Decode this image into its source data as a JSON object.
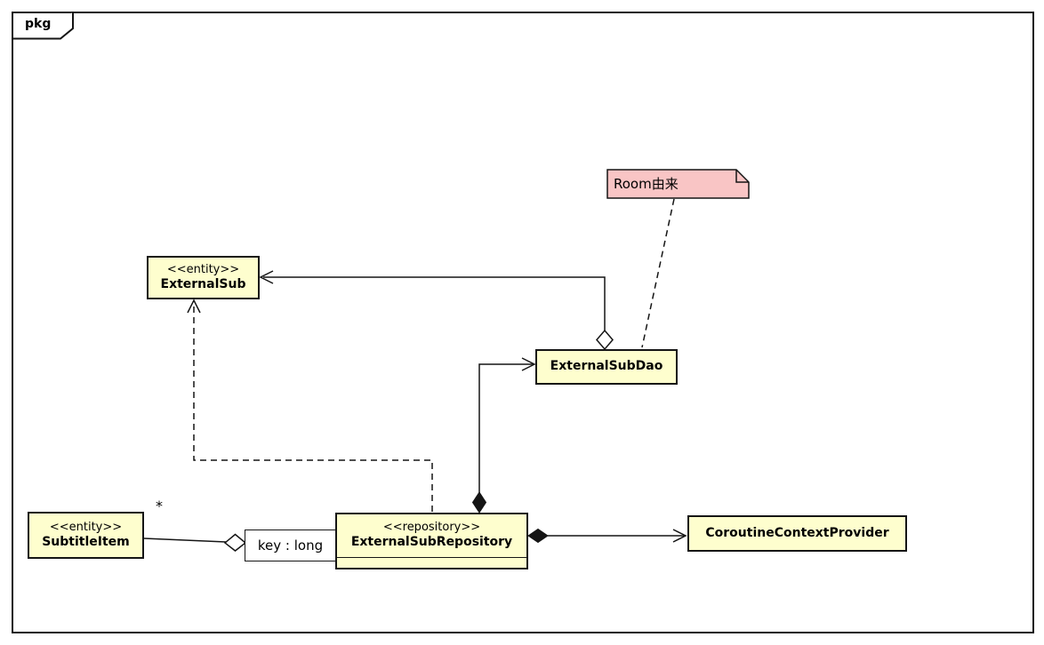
{
  "frame": {
    "label": "pkg"
  },
  "note": {
    "text": "Room由来"
  },
  "classes": {
    "external_sub": {
      "stereotype": "<<entity>>",
      "name": "ExternalSub"
    },
    "external_sub_dao": {
      "name": "ExternalSubDao"
    },
    "subtitle_item": {
      "stereotype": "<<entity>>",
      "name": "SubtitleItem"
    },
    "external_sub_repository": {
      "stereotype": "<<repository>>",
      "name": "ExternalSubRepository"
    },
    "coroutine_context_provider": {
      "name": "CoroutineContextProvider"
    }
  },
  "edge_labels": {
    "qualifier": "key : long",
    "multiplicity": "*"
  },
  "relationships": [
    {
      "from": "ExternalSubDao",
      "to": "ExternalSub",
      "style": "solid",
      "source_end": "open-diamond",
      "target_end": "open-arrow"
    },
    {
      "from": "ExternalSubRepository",
      "to": "ExternalSubDao",
      "style": "solid",
      "source_end": "filled-diamond",
      "target_end": "open-arrow"
    },
    {
      "from": "ExternalSubRepository",
      "to": "ExternalSub",
      "style": "dashed",
      "source_end": "none",
      "target_end": "open-arrow"
    },
    {
      "from": "ExternalSubRepository",
      "to": "CoroutineContextProvider",
      "style": "solid",
      "source_end": "filled-diamond",
      "target_end": "open-arrow"
    },
    {
      "from": "SubtitleItem",
      "to": "ExternalSubRepository",
      "style": "solid",
      "source_end": "multiplicity *",
      "target_end": "open-diamond at qualifier key : long"
    },
    {
      "from": "note Room由来",
      "to": "ExternalSubDao",
      "style": "dashed",
      "source_end": "none",
      "target_end": "none"
    }
  ],
  "colors": {
    "class_fill": "#FEFECE",
    "note_fill": "#F9C5C5",
    "line": "#151515",
    "background": "#FFFFFF"
  }
}
